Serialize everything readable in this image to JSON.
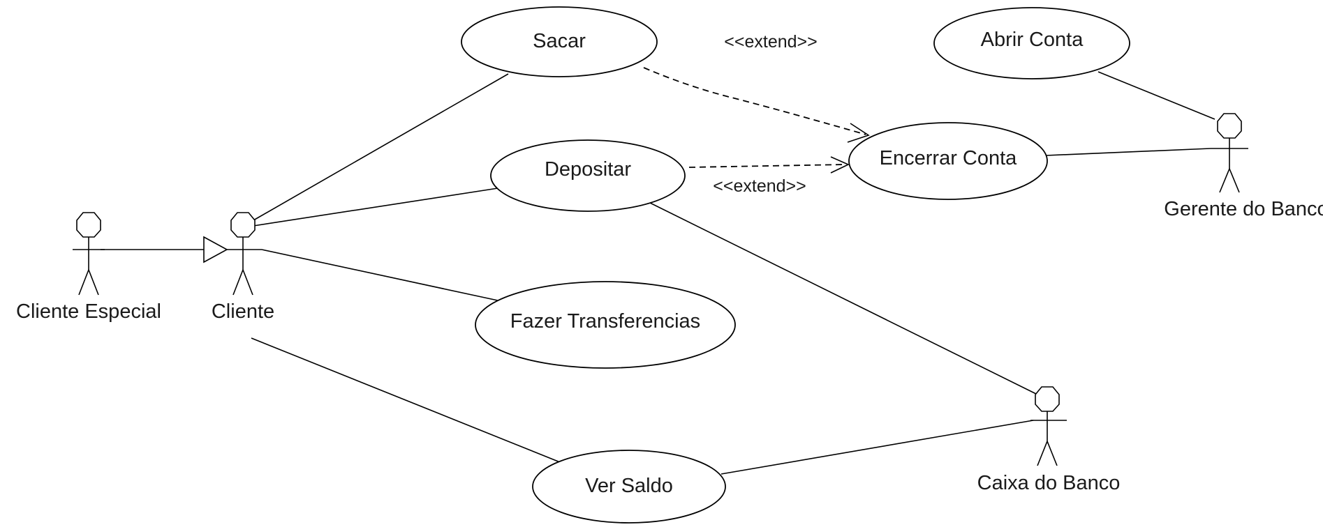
{
  "use_cases": {
    "sacar": "Sacar",
    "depositar": "Depositar",
    "fazer_transferencias": "Fazer Transferencias",
    "ver_saldo": "Ver Saldo",
    "encerrar_conta": "Encerrar Conta",
    "abrir_conta": "Abrir Conta"
  },
  "actors": {
    "cliente_especial": "Cliente Especial",
    "cliente": "Cliente",
    "gerente_do_banco": "Gerente do Banco",
    "caixa_do_banco": "Caixa do Banco"
  },
  "relations": {
    "extend_1": "<<extend>>",
    "extend_2": "<<extend>>"
  }
}
